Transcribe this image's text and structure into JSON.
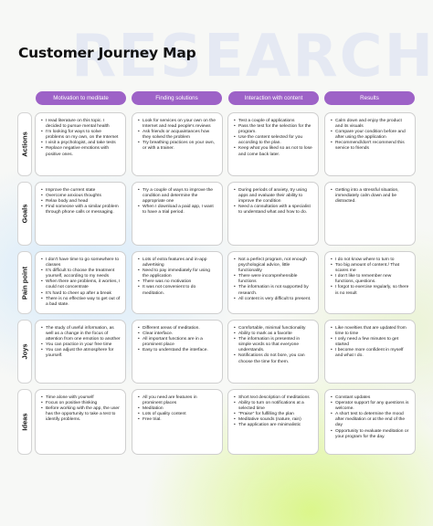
{
  "watermark": "RESEARCH",
  "title": "Customer Journey Map",
  "columns": [
    "Motivation to meditate",
    "Finding solutions",
    "Interaction with content",
    "Results"
  ],
  "rows": [
    {
      "label": "Actions",
      "cells": [
        [
          "I read literature on this topic. I decided to pursue mental health",
          "I'm looking for ways to solve problems on my own, on the Internet",
          "I visit a psychologist, and take tests",
          "Replace negative emotions with positive ones."
        ],
        [
          "Look for services on your own on the Internet and read people's reviews",
          "Ask friends or acquaintances how they solved the problem",
          "Try breathing practices on your own, or with a trainer."
        ],
        [
          "Test a couple of applications",
          "Pass the test for the selection for the program.",
          "Use the content selected for you according to the plan.",
          "Keep what you liked so as not to lose and come back later."
        ],
        [
          "Calm down and enjoy the product and its visuals",
          "Compare your condition before and after using the application",
          "Recommend/don't recommend this service to friends"
        ]
      ]
    },
    {
      "label": "Goals",
      "cells": [
        [
          "Improve the current state",
          "Overcome anxious thoughts",
          "Relax body and head",
          "Find someone with a similar problem through phone calls or messaging."
        ],
        [
          "Try a couple of ways to improve the condition and determine the appropriate one",
          "When I download a paid app, I want to have a trial period."
        ],
        [
          "During periods of anxiety, try using apps and evaluate their ability to improve the condition",
          "Need a consultation with a specialist to understand what and how to do."
        ],
        [
          "Getting into a stressful situation, immediately calm down and be distracted."
        ]
      ]
    },
    {
      "label": "Pain point",
      "cells": [
        [
          "I don't have time to go somewhere to classes",
          "It's difficult to choose the treatment yourself, according to my needs",
          "When there are problems, it worries, I could not concentrate",
          "It's hard to cheer up after a break",
          "There is no effective way to get out of a bad state."
        ],
        [
          "Lots of extra features and in-app advertising",
          "Need to pay immediately for using the application",
          "There was no motivation",
          "It was not convenient to do meditation."
        ],
        [
          "Not a perfect program, not enough psychological advice, little functionality",
          "There were incomprehensible functions",
          "The information is not supported by research.",
          "All content is very difficult to present."
        ],
        [
          "I do not know where to turn to",
          "Too big amount of content./ That scares me",
          "I don't like to remember new functions, questions.",
          "I forgot to exercise regularly, so there is no result"
        ]
      ]
    },
    {
      "label": "Joys",
      "cells": [
        [
          "The study of useful information, as well as a change in the focus of attention from one emotion to another",
          "You can practice in your free time",
          "You can adjust the atmosphere for yourself."
        ],
        [
          "Different areas of meditation.",
          "Clear interface.",
          "All important functions are in a prominent place",
          "Easy to understand the interface."
        ],
        [
          "Comfortable, minimal functionality",
          "Ability to mark as a favorite",
          "The information is presented in simple words so that everyone understands.",
          "Notifications do not bore, you can choose the time for them."
        ],
        [
          "Like novelties that are updated from time to time",
          "I only need a few minutes to get started",
          "I become more confident in myself and what I do."
        ]
      ]
    },
    {
      "label": "Ideas",
      "cells": [
        [
          "Time alone with yourself",
          "Focus on positive thinking",
          "Before working with the app, the user has the opportunity to take a test to identify problems."
        ],
        [
          "All you need are features in prominent places",
          "Meditation",
          "Lots of quality content",
          "Free trial."
        ],
        [
          "Short text description of meditations",
          "Ability to turn on notifications at a selected time",
          "\"Praise\" for fulfilling the plan",
          "Meditative sounds (nature, rain)",
          "The application are minimalistic"
        ],
        [
          "Constant updates",
          "Operator support for any questions is welcome.",
          "A short test to determine the mood after meditation or at the end of the day",
          "Opportunity to evaluate meditation or your program for the day."
        ]
      ]
    }
  ]
}
